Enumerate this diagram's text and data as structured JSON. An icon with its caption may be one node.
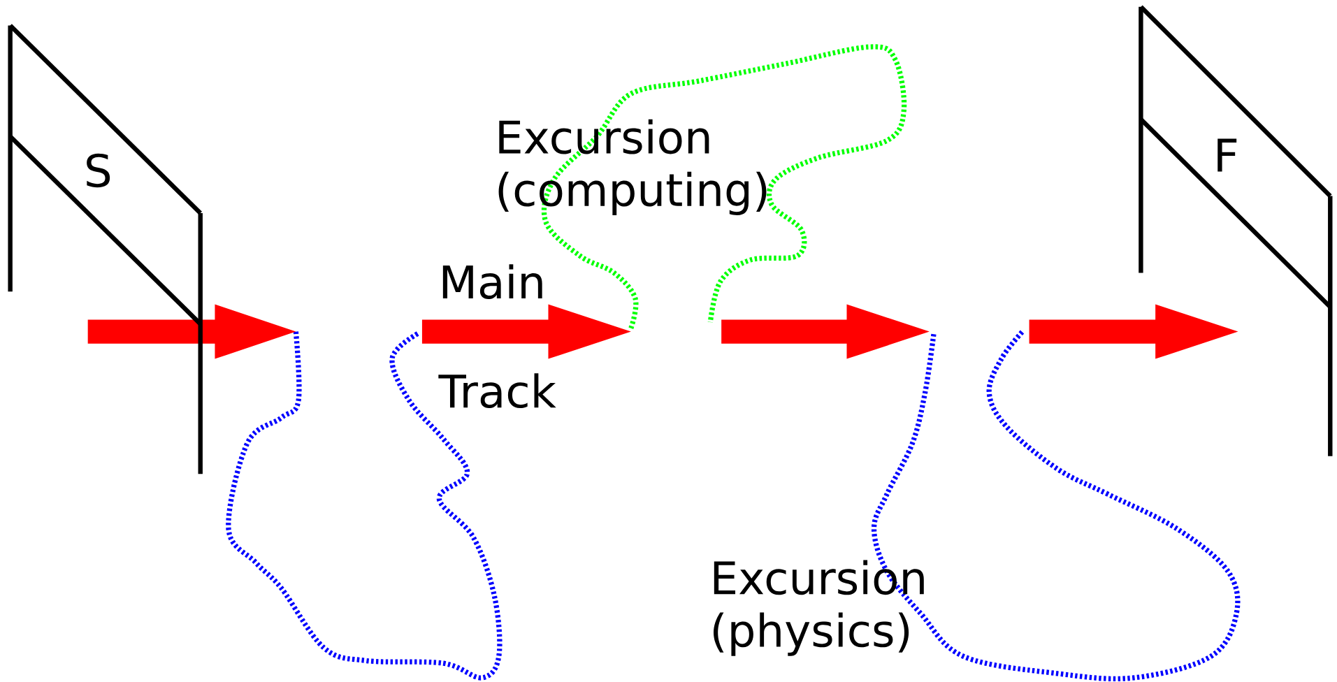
{
  "diagram": {
    "nodes": [
      {
        "text": [
          "S"
        ]
      },
      {
        "text": [
          "F"
        ]
      }
    ],
    "labels": [
      "Excursion (computing)",
      "Main",
      "Track",
      "Excursion (physics)"
    ]
  }
}
